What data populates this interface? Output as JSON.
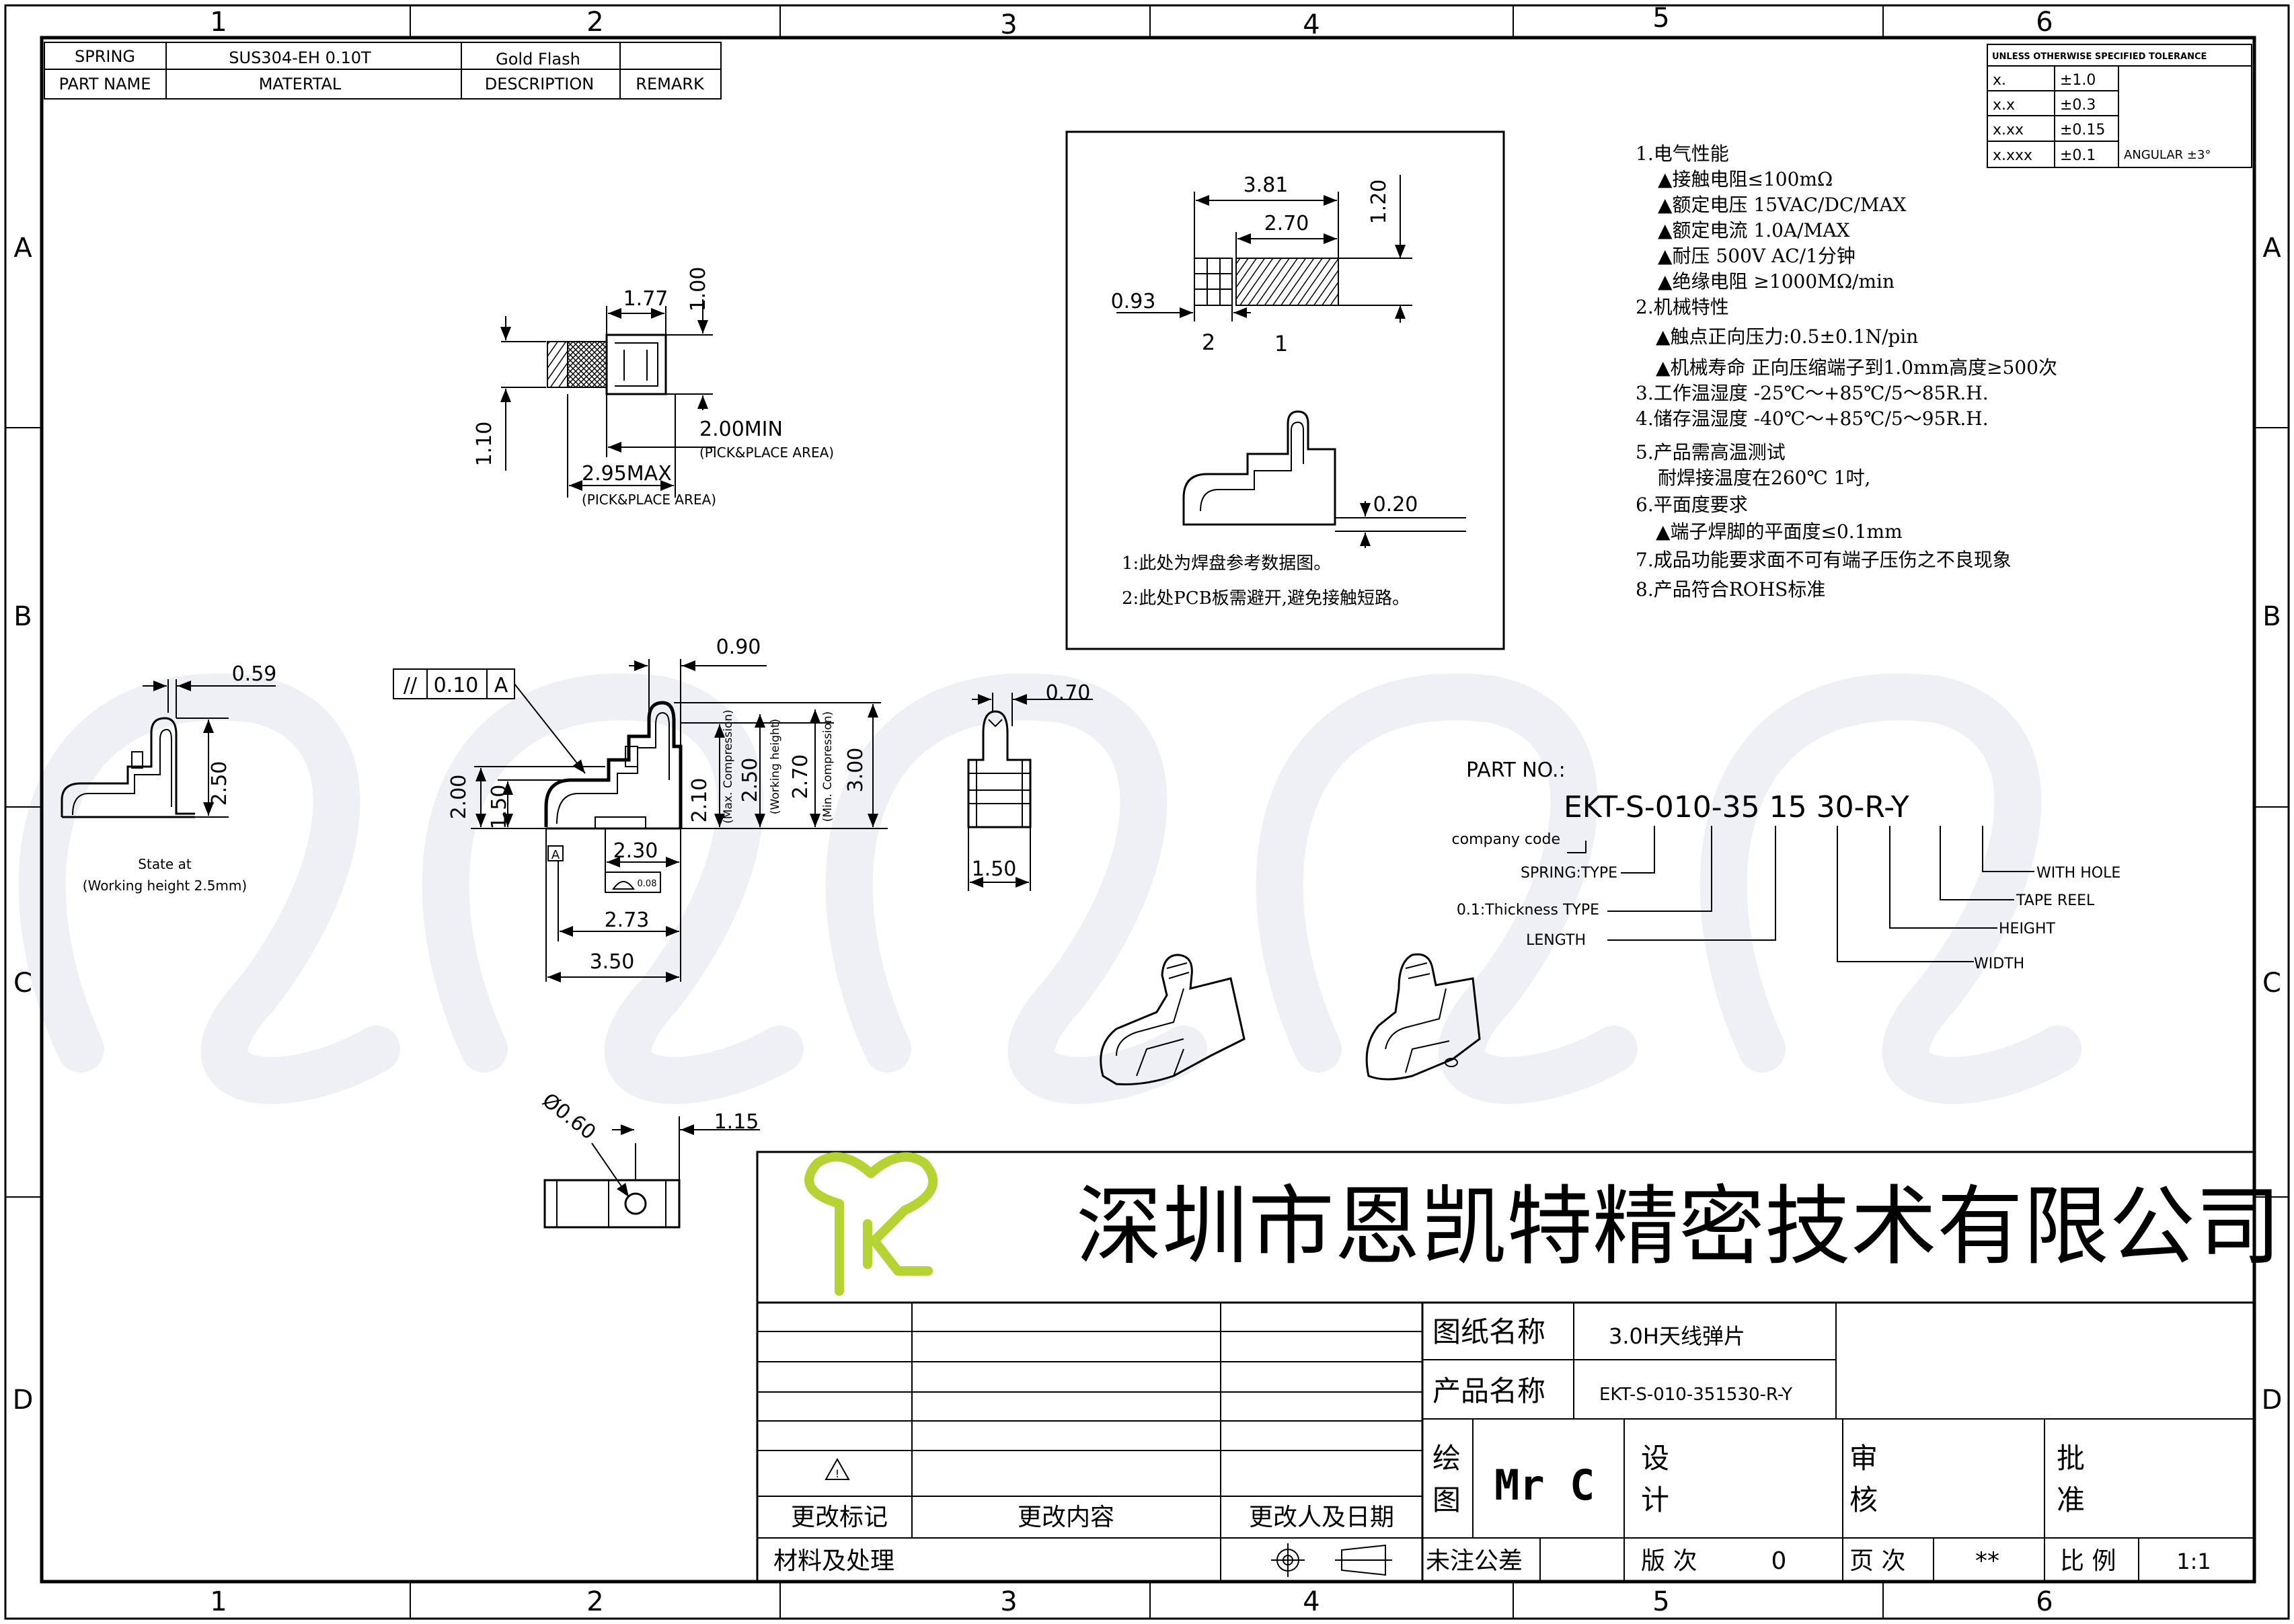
{
  "border": {
    "columns": [
      "1",
      "2",
      "3",
      "4",
      "5",
      "6"
    ],
    "rows": [
      "A",
      "B",
      "C",
      "D"
    ]
  },
  "header_table": {
    "spring": "SPRING",
    "material_value": "SUS304-EH  0.10T",
    "description_value": "Gold  Flash",
    "part_name": "PART  NAME",
    "material": "MATERTAL",
    "description": "DESCRIPTION",
    "remark": "REMARK"
  },
  "tolerance": {
    "title": "UNLESS OTHERWISE SPECIFIED TOLERANCE",
    "rows": [
      {
        "key": "x.",
        "val": "±1.0"
      },
      {
        "key": "x.x",
        "val": "±0.3"
      },
      {
        "key": "x.xx",
        "val": "±0.15"
      },
      {
        "key": "x.xxx",
        "val": "±0.1"
      }
    ],
    "angular": "ANGULAR   ±3°"
  },
  "specs": [
    "1.电气性能",
    "▲接触电阻≤100mΩ",
    "▲额定电压 15VAC/DC/MAX",
    "▲额定电流 1.0A/MAX",
    "▲耐压 500V AC/1分钟",
    "▲绝缘电阻 ≥1000MΩ/min",
    "2.机械特性",
    "▲触点正向压力:0.5±0.1N/pin",
    "▲机械寿命 正向压缩端子到1.0mm高度≥500次",
    "3.工作温湿度  -25℃～+85℃/5～85R.H.",
    "4.储存温湿度  -40℃～+85℃/5～95R.H.",
    "5.产品需高温测试",
    "耐焊接温度在260℃ 1吋,",
    "6.平面度要求",
    "▲端子焊脚的平面度≤0.1mm",
    "7.成品功能要求面不可有端子压伤之不良现象",
    "8.产品符合ROHS标准"
  ],
  "pad_view": {
    "dims": {
      "d381": "3.81",
      "d270": "2.70",
      "d120": "1.20",
      "d093": "0.93",
      "d020": "0.20"
    },
    "labels": {
      "two": "2",
      "one": "1"
    },
    "notes": [
      "1:此处为焊盘参考数据图。",
      "2:此处PCB板需避开,避免接触短路。"
    ]
  },
  "top_view": {
    "d177": "1.77",
    "d100": "1.00",
    "d110": "1.10",
    "d200min": "2.00MIN",
    "pick1": "(PICK&PLACE AREA)",
    "d295max": "2.95MAX",
    "pick2": "(PICK&PLACE AREA)"
  },
  "state_view": {
    "d059": "0.59",
    "d250": "2.50",
    "caption1": "State at",
    "caption2": "(Working height 2.5mm)"
  },
  "side_view": {
    "flatness": "0.10",
    "datum": "A",
    "datum_small": "A",
    "d090": "0.90",
    "d200": "2.00",
    "d150": "1.50",
    "d210": "2.10",
    "max_comp": "(Max. Compression)",
    "d250": "2.50",
    "work_h": "(Working height)",
    "d270": "2.70",
    "min_comp": "(Min. Compression)",
    "d300": "3.00",
    "d230": "2.30",
    "d008": "0.08",
    "d273": "2.73",
    "d350": "3.50"
  },
  "front_view": {
    "d070": "0.70",
    "d150": "1.50"
  },
  "hole_view": {
    "dia": "Ø0.60",
    "d115": "1.15"
  },
  "part_no": {
    "title": "PART  NO.:",
    "code": "EKT-S-010-35 15 30-R-Y",
    "company_code": "company  code",
    "spring_type": "SPRING:TYPE",
    "thickness_type": "0.1:Thickness  TYPE",
    "length": "LENGTH",
    "with_hole": "WITH  HOLE",
    "tape_reel": "TAPE  REEL",
    "height": "HEIGHT",
    "width": "WIDTH"
  },
  "company_name": "深圳市恩凯特精密技术有限公司",
  "title_block": {
    "drawing_name_label": "图纸名称",
    "drawing_name_value": "3.0H天线弹片",
    "product_name_label": "产品名称",
    "product_name_value": "EKT-S-010-351530-R-Y",
    "draw_label_1": "绘",
    "draw_label_2": "图",
    "drawer": "Mr  C",
    "design_1": "设",
    "design_2": "计",
    "review_1": "审",
    "review_2": "核",
    "approve_1": "批",
    "approve_2": "准",
    "rev_mark": "更改标记",
    "rev_content": "更改内容",
    "rev_person": "更改人及日期",
    "material_process": "材料及处理",
    "untoleranced": "未注公差",
    "version_label": "版  次",
    "version_value": "0",
    "page_label": "页  次",
    "page_value": "**",
    "scale_label": "比  例",
    "scale_value": "1:1"
  },
  "colors": {
    "logo": "#b5d334",
    "watermark": "#eef0f6",
    "line": "#000000"
  }
}
